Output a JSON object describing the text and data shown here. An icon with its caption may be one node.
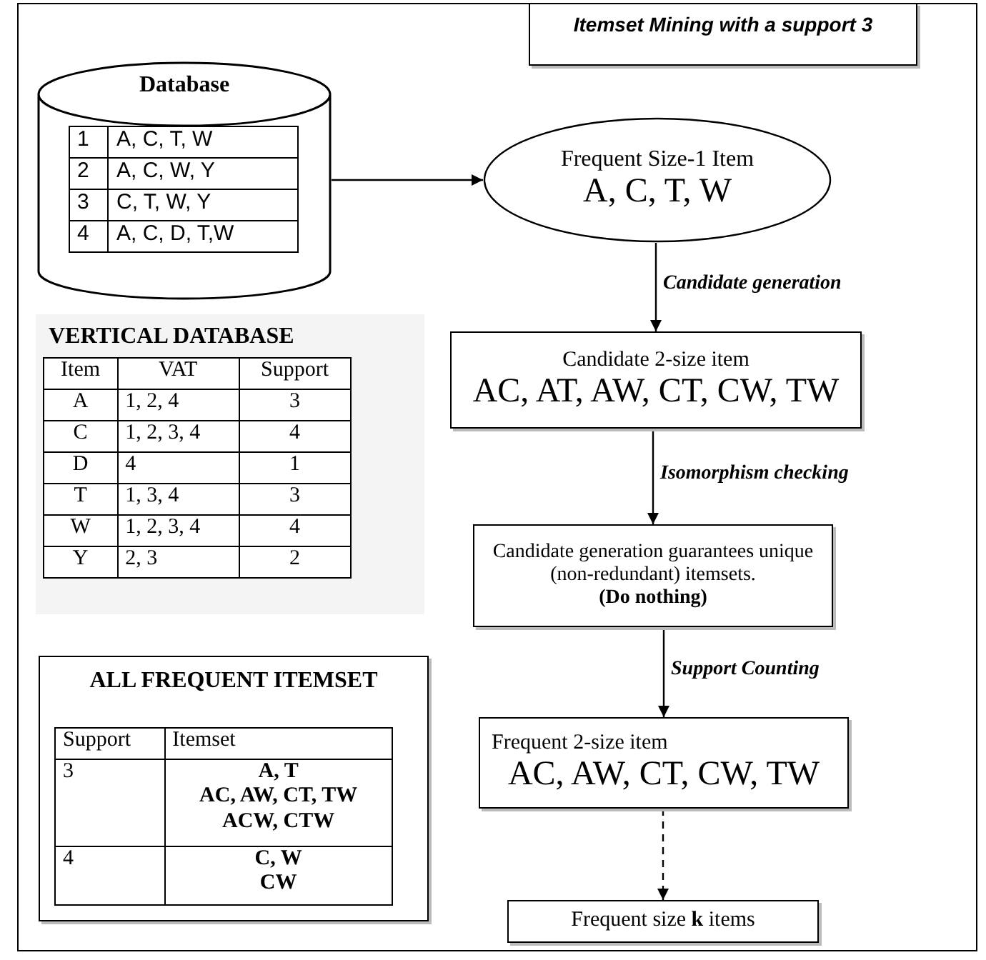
{
  "diagram": {
    "nodes": [
      {
        "text": [
          "Itemset Mining with a support 3"
        ]
      },
      {
        "text": [
          "Database"
        ]
      },
      {
        "text": [
          "Frequent Size-1 Item",
          "A, C, T, W"
        ]
      },
      {
        "text": [
          "Candidate 2-size item",
          "AC, AT, AW, CT, CW, TW"
        ]
      },
      {
        "text": [
          "Candidate generation guarantees unique (non-redundant) itemsets.",
          "(Do nothing)"
        ]
      },
      {
        "text": [
          "Frequent 2-size item",
          "AC, AW, CT, CW, TW"
        ]
      },
      {
        "text": [
          "Frequent size **k** items"
        ]
      },
      {
        "text": [
          "ALL FREQUENT ITEMSET"
        ]
      }
    ],
    "edges": [
      {
        "from": 1,
        "to": 2,
        "arrow": "to"
      },
      {
        "from": 2,
        "to": 3,
        "arrow": "to",
        "label": "Candidate generation"
      },
      {
        "from": 3,
        "to": 4,
        "arrow": "to",
        "label": "Isomorphism checking"
      },
      {
        "from": 4,
        "to": 5,
        "arrow": "to",
        "label": "Support Counting"
      },
      {
        "from": 5,
        "to": 6,
        "arrow": "to",
        "style": "dashed"
      }
    ],
    "labels": [
      "1",
      "A, C, T, W",
      "2",
      "A, C, W, Y",
      "3",
      "C, T, W, Y",
      "4",
      "A, C, D, T,W",
      "VERTICAL DATABASE",
      "Item",
      "VAT",
      "Support",
      "A",
      "1, 2, 4",
      "3",
      "C",
      "1, 2, 3, 4",
      "4",
      "D",
      "4",
      "1",
      "T",
      "1, 3, 4",
      "3",
      "W",
      "1, 2, 3, 4",
      "4",
      "Y",
      "2, 3",
      "2",
      "Support",
      "Itemset",
      "3",
      "A, T",
      "AC, AW, CT, TW",
      "ACW, CTW",
      "4",
      "C, W",
      "CW"
    ]
  }
}
